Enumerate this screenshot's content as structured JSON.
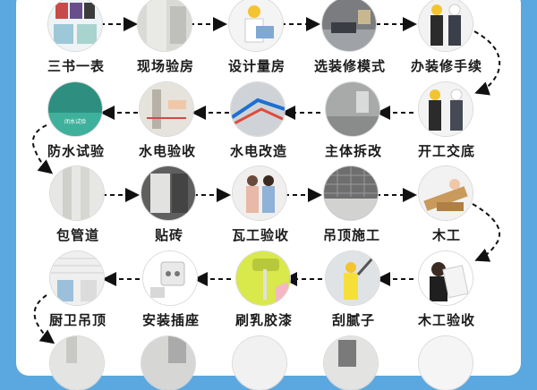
{
  "steps": [
    {
      "label": "三书一表"
    },
    {
      "label": "现场验房"
    },
    {
      "label": "设计量房"
    },
    {
      "label": "选装修模式"
    },
    {
      "label": "办装修手续"
    },
    {
      "label": "防水试验"
    },
    {
      "label": "水电验收"
    },
    {
      "label": "水电改造"
    },
    {
      "label": "主体拆改"
    },
    {
      "label": "开工交底"
    },
    {
      "label": "包管道"
    },
    {
      "label": "贴砖"
    },
    {
      "label": "瓦工验收"
    },
    {
      "label": "吊顶施工"
    },
    {
      "label": "木工"
    },
    {
      "label": "厨卫吊顶"
    },
    {
      "label": "安装插座"
    },
    {
      "label": "刷乳胶漆"
    },
    {
      "label": "刮腻子"
    },
    {
      "label": "木工验收"
    }
  ],
  "photo_caption": "闭水试验"
}
